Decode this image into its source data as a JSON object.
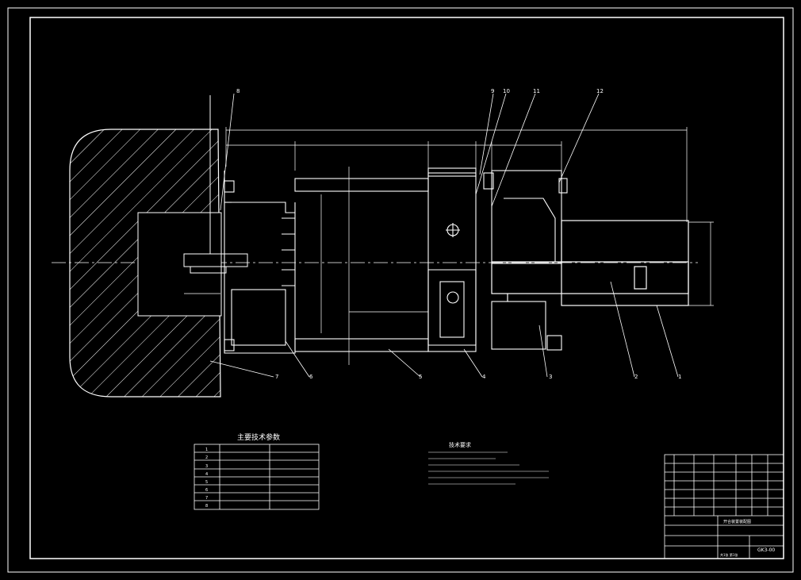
{
  "colors": {
    "background": "#000000",
    "lines": "#ffffff",
    "accent_white": "#ffffff"
  },
  "balloons": [
    "8",
    "9",
    "10",
    "11",
    "12",
    "7",
    "6",
    "5",
    "4",
    "3",
    "2",
    "1"
  ],
  "params_table": {
    "title": "主要技术参数",
    "index": [
      "1",
      "2",
      "3",
      "4",
      "5",
      "6",
      "7",
      "8"
    ]
  },
  "tech_requirements": {
    "title": "技术要求"
  },
  "title_block": {
    "drawing_title": "开合装置装配图",
    "drawing_number": "GK3-00",
    "scale_note": "共1张 第1张"
  }
}
